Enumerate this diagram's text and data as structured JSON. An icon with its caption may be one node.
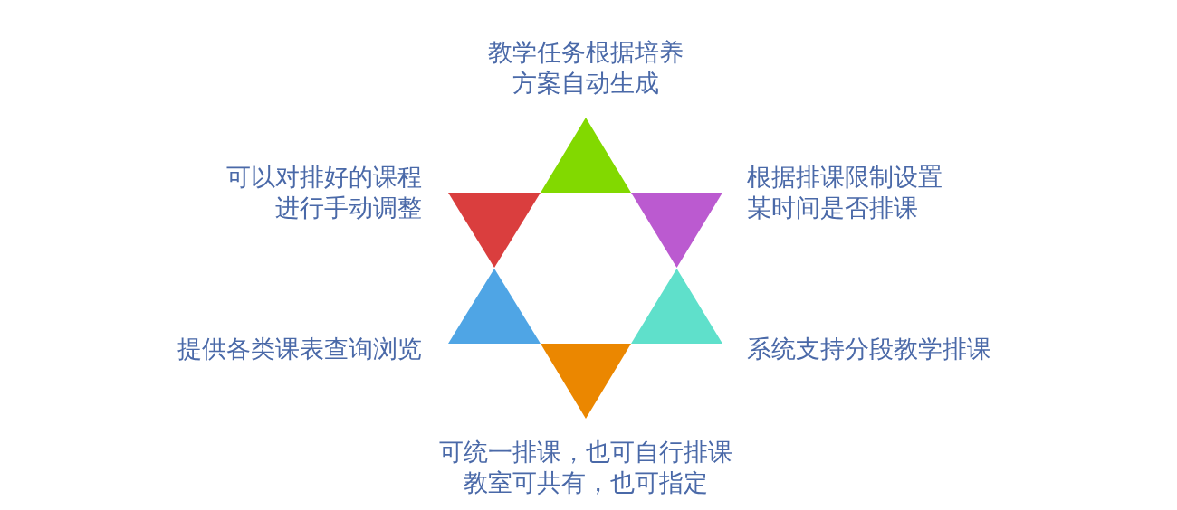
{
  "diagram": {
    "nodes": [
      {
        "text": [],
        "shape": "triangle",
        "beside": [
          "教学任务根据培养方案自动生成"
        ]
      },
      {
        "text": [],
        "shape": "triangle",
        "beside": [
          "可以对排好的课程进行手动调整"
        ]
      },
      {
        "text": [],
        "shape": "triangle",
        "beside": [
          "根据排课限制设置某时间是否排课"
        ]
      },
      {
        "text": [],
        "shape": "triangle",
        "beside": [
          "提供各类课表查询浏览"
        ]
      },
      {
        "text": [],
        "shape": "triangle",
        "beside": [
          "系统支持分段教学排课"
        ]
      },
      {
        "text": [],
        "shape": "triangle",
        "beside": [
          "可统一排课，也可自行排课教室可共有，也可指定"
        ]
      }
    ]
  }
}
